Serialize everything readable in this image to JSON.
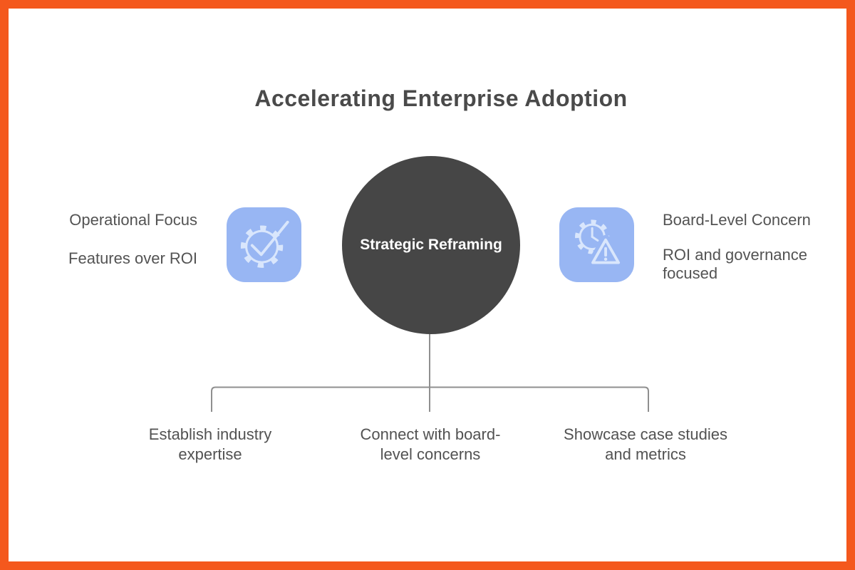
{
  "frame": {
    "border_color": "#F4581D",
    "background": "#FFFFFF"
  },
  "title": "Accelerating Enterprise Adoption",
  "center_node": {
    "label": "Strategic Reframing",
    "fill": "#464646",
    "text_color": "#FFFFFF"
  },
  "side_items": {
    "left": {
      "icon": "gear-check-icon",
      "lines": [
        "Operational Focus",
        "Features over ROI"
      ]
    },
    "right": {
      "icon": "gear-alert-icon",
      "title_line": "Board-Level Concern",
      "body_line": "ROI and governance focused"
    }
  },
  "branches": [
    {
      "label": "Establish industry expertise"
    },
    {
      "label": "Connect with board-level concerns"
    },
    {
      "label": "Showcase case studies and metrics"
    }
  ],
  "colors": {
    "icon_box_bg": "#98B6F3",
    "icon_stroke": "#D9E6FC",
    "connector": "#8F8F8F",
    "body_text": "#535353",
    "title_text": "#4A4A4A"
  }
}
